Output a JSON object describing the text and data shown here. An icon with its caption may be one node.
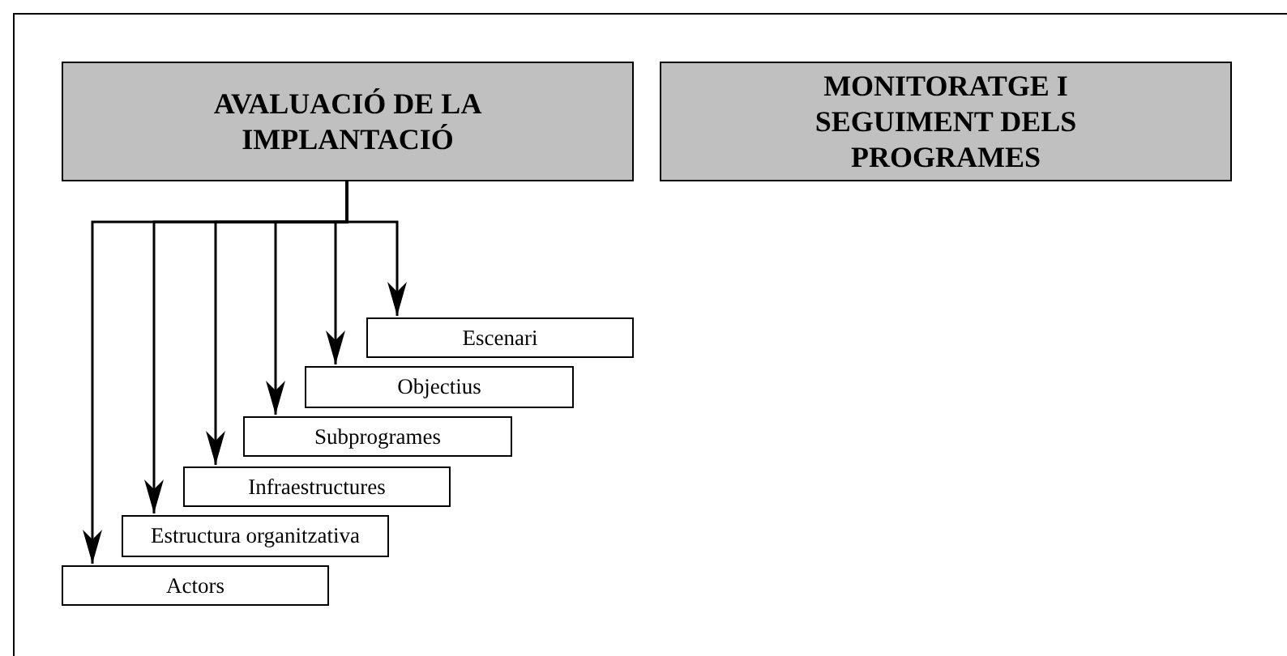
{
  "diagram": {
    "nodes": [
      {
        "text": [
          "AVALUACIÓ DE LA IMPLANTACIÓ"
        ]
      },
      {
        "text": [
          "MONITORATGE I SEGUIMENT DELS PROGRAMES"
        ]
      },
      {
        "text": [
          "Escenari"
        ]
      },
      {
        "text": [
          "Objectius"
        ]
      },
      {
        "text": [
          "Subprogrames"
        ]
      },
      {
        "text": [
          "Infraestructures"
        ]
      },
      {
        "text": [
          "Estructura organitzativa"
        ]
      },
      {
        "text": [
          "Actors"
        ]
      }
    ],
    "edges": [
      {
        "from": 0,
        "to": 2,
        "arrow": "to"
      },
      {
        "from": 0,
        "to": 3,
        "arrow": "to"
      },
      {
        "from": 0,
        "to": 4,
        "arrow": "to"
      },
      {
        "from": 0,
        "to": 5,
        "arrow": "to"
      },
      {
        "from": 0,
        "to": 6,
        "arrow": "to"
      },
      {
        "from": 0,
        "to": 7,
        "arrow": "to"
      }
    ]
  }
}
